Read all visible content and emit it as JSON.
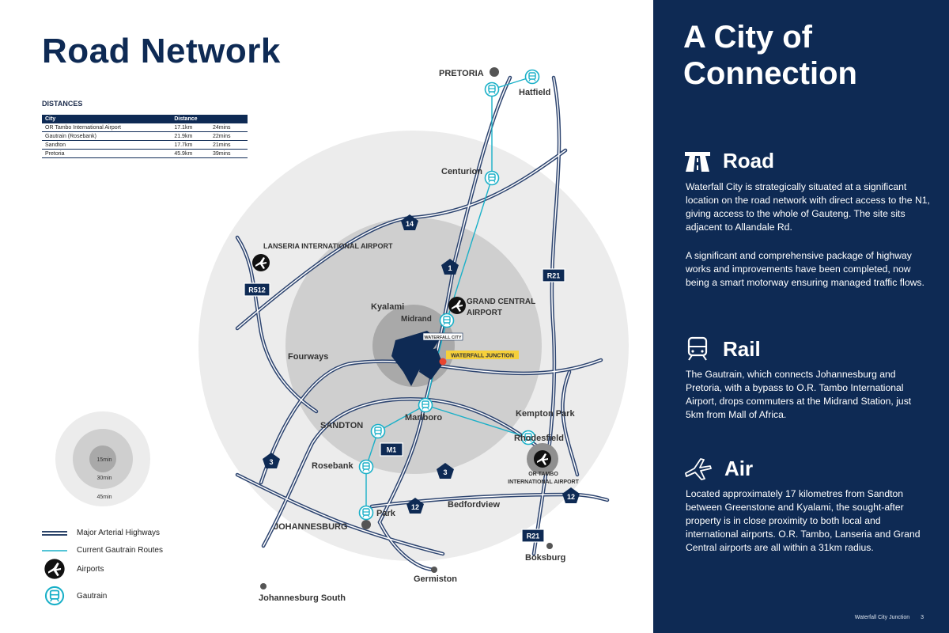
{
  "page_title": "Road Network",
  "distances": {
    "title": "DISTANCES",
    "header": {
      "city": "City",
      "distance": "Distance"
    },
    "rows": [
      {
        "city": "OR Tambo International Airport",
        "km": "17.1km",
        "mins": "24mins"
      },
      {
        "city": "Gautrain (Rosebank)",
        "km": "21.9km",
        "mins": "22mins"
      },
      {
        "city": "Sandton",
        "km": "17.7km",
        "mins": "21mins"
      },
      {
        "city": "Pretoria",
        "km": "45.9km",
        "mins": "39mins"
      }
    ]
  },
  "map": {
    "places": {
      "pretoria": "PRETORIA",
      "hatfield": "Hatfield",
      "centurion": "Centurion",
      "lanseria": "LANSERIA INTERNATIONAL AIRPORT",
      "kyalami": "Kyalami",
      "midrand": "Midrand",
      "grand_central_1": "GRAND CENTRAL",
      "grand_central_2": "AIRPORT",
      "waterfall_city": "WATERFALL CITY",
      "waterfall_junction": "WATERFALL JUNCTION",
      "fourways": "Fourways",
      "sandton": "SANDTON",
      "marlboro": "Marlboro",
      "kempton_park": "Kempton Park",
      "rhodesfield": "Rhodesfield",
      "ortambo_1": "OR TAMBO",
      "ortambo_2": "INTERNATIONAL AIRPORT",
      "rosebank": "Rosebank",
      "park": "Park",
      "bedfordview": "Bedfordview",
      "johannesburg": "JOHANNESBURG",
      "boksburg": "Boksburg",
      "germiston": "Germiston",
      "johannesburg_south": "Johannesburg South"
    },
    "shields": {
      "n14": "14",
      "n1": "1",
      "r512": "R512",
      "r21a": "R21",
      "r21b": "R21",
      "m1": "M1",
      "n3a": "3",
      "n3b": "3",
      "n12a": "12",
      "n12b": "12"
    },
    "rings": {
      "inner": "15min",
      "middle": "30min",
      "outer": "45min"
    }
  },
  "legend": {
    "highways": "Major Arterial Highways",
    "gautrain_routes": "Current Gautrain Routes",
    "airports": "Airports",
    "gautrain": "Gautrain"
  },
  "panel": {
    "title": "A City of Connection",
    "road": {
      "title": "Road",
      "text": "Waterfall City is strategically situated at a significant location on the road network with direct access to the N1, giving access to the whole of Gauteng. The site sits adjacent to Allandale Rd.",
      "text2": "A significant and comprehensive package of highway works and improvements have been completed, now being a smart motorway ensuring managed traffic flows."
    },
    "rail": {
      "title": "Rail",
      "text": "The Gautrain, which connects Johannesburg and Pretoria, with a bypass to O.R. Tambo International Airport, drops commuters at the Midrand Station, just 5km from Mall of Africa."
    },
    "air": {
      "title": "Air",
      "text": "Located approximately 17 kilometres from Sandton between Greenstone and Kyalami, the sought-after property is in close proximity to both local and international airports. O.R. Tambo, Lanseria and Grand Central airports are all within a 31km radius."
    }
  },
  "footer": {
    "doc": "Waterfall City Junction",
    "page": "3"
  },
  "colors": {
    "navy": "#0e2a54",
    "gautrain": "#1ab0c8",
    "ring_outer": "#ececec",
    "ring_middle": "#cfcfcf",
    "ring_inner": "#a9a9a9"
  }
}
